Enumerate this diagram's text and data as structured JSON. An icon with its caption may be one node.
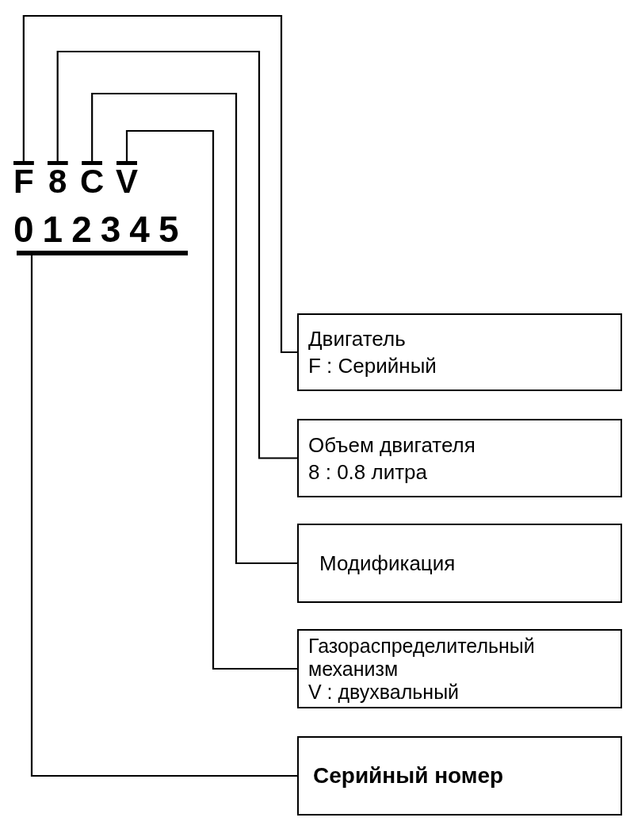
{
  "diagram": {
    "nodes": [
      {
        "text": [
          "F"
        ]
      },
      {
        "text": [
          "8"
        ]
      },
      {
        "text": [
          "C"
        ]
      },
      {
        "text": [
          "V"
        ]
      },
      {
        "text": [
          "012345"
        ]
      },
      {
        "text": [
          "Двигатель",
          "F : Серийный"
        ]
      },
      {
        "text": [
          "Объем двигателя",
          "8 : 0.8 литра"
        ]
      },
      {
        "text": [
          "Модификация"
        ]
      },
      {
        "text": [
          "Газораспределительный механизм",
          "V : двухвальный"
        ]
      },
      {
        "text": [
          "Серийный номер"
        ]
      }
    ],
    "edges": [
      {
        "from": 0,
        "to": 5,
        "arrow": "other"
      },
      {
        "from": 1,
        "to": 6,
        "arrow": "other"
      },
      {
        "from": 2,
        "to": 7,
        "arrow": "other"
      },
      {
        "from": 3,
        "to": 8,
        "arrow": "other"
      },
      {
        "from": 4,
        "to": 9,
        "arrow": "other"
      }
    ]
  }
}
